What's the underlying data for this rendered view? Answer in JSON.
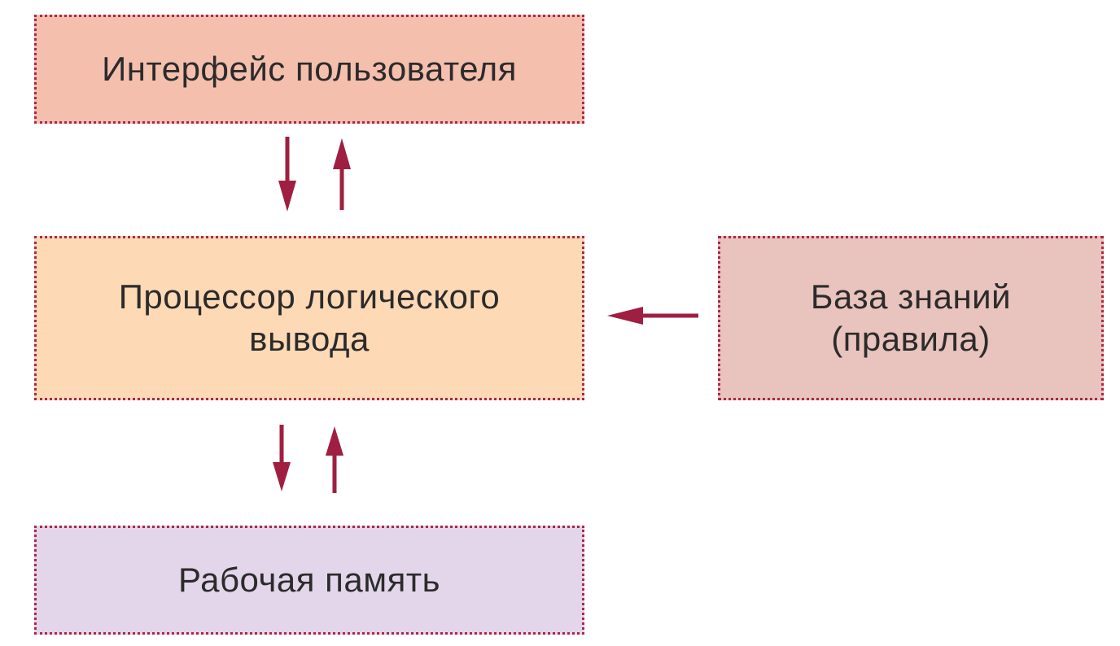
{
  "colors": {
    "border": "#a8294a",
    "arrow": "#9e1f3f",
    "text": "#2b2b2b",
    "ui_fill": "#f5bfae",
    "inference_fill": "#fdd9b5",
    "kb_fill": "#e9c3bd",
    "wm_fill": "#e3d6ea"
  },
  "boxes": {
    "user_interface": {
      "label": "Интерфейс пользователя"
    },
    "inference_engine": {
      "line1": "Процессор логического",
      "line2": "вывода"
    },
    "knowledge_base": {
      "line1": "База знаний",
      "line2": "(правила)"
    },
    "working_memory": {
      "label": "Рабочая память"
    }
  }
}
